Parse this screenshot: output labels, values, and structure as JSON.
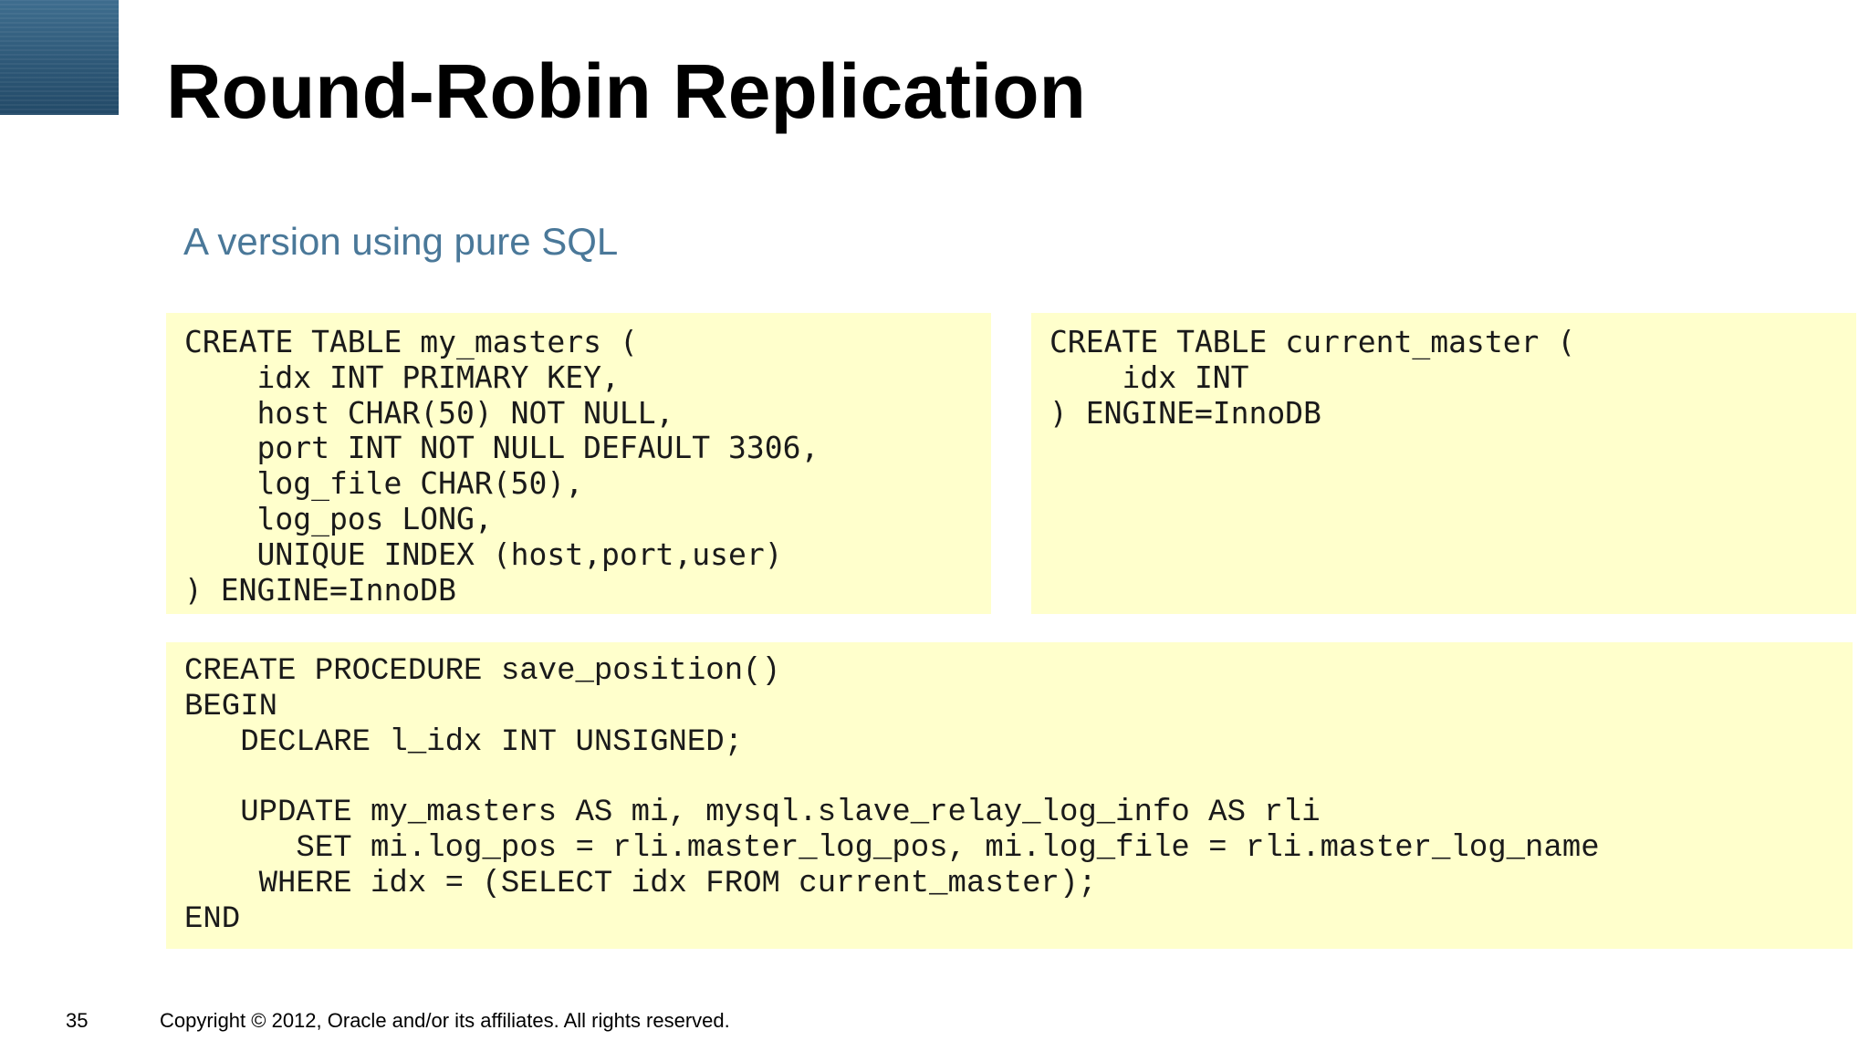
{
  "slide": {
    "title": "Round-Robin Replication",
    "subtitle": "A version using pure SQL",
    "code_blocks": {
      "my_masters_table": "CREATE TABLE my_masters (\n    idx INT PRIMARY KEY,\n    host CHAR(50) NOT NULL,\n    port INT NOT NULL DEFAULT 3306,\n    log_file CHAR(50),\n    log_pos LONG,\n    UNIQUE INDEX (host,port,user)\n) ENGINE=InnoDB",
      "current_master_table": "CREATE TABLE current_master (\n    idx INT\n) ENGINE=InnoDB",
      "save_position_procedure": "CREATE PROCEDURE save_position()\nBEGIN\n   DECLARE l_idx INT UNSIGNED;\n\n   UPDATE my_masters AS mi, mysql.slave_relay_log_info AS rli\n      SET mi.log_pos = rli.master_log_pos, mi.log_file = rli.master_log_name\n    WHERE idx = (SELECT idx FROM current_master);\nEND"
    },
    "colors": {
      "code_background": "#ffffcc",
      "subtitle": "#4a7899",
      "corner_block": "#2c5675"
    }
  },
  "footer": {
    "page_number": "35",
    "copyright": "Copyright © 2012, Oracle and/or its affiliates. All rights reserved."
  }
}
